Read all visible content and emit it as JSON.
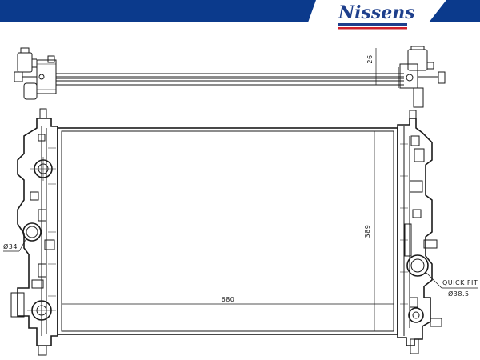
{
  "brand": {
    "logo_text": "Nissens",
    "primary_color": "#0b3a8c",
    "accent_color": "#d0202a"
  },
  "dimensions": {
    "width": "680",
    "height": "389",
    "depth": "26",
    "inlet_diameter": "Ø34",
    "outlet_label": "QUICK FIT",
    "outlet_diameter": "Ø38.5"
  }
}
